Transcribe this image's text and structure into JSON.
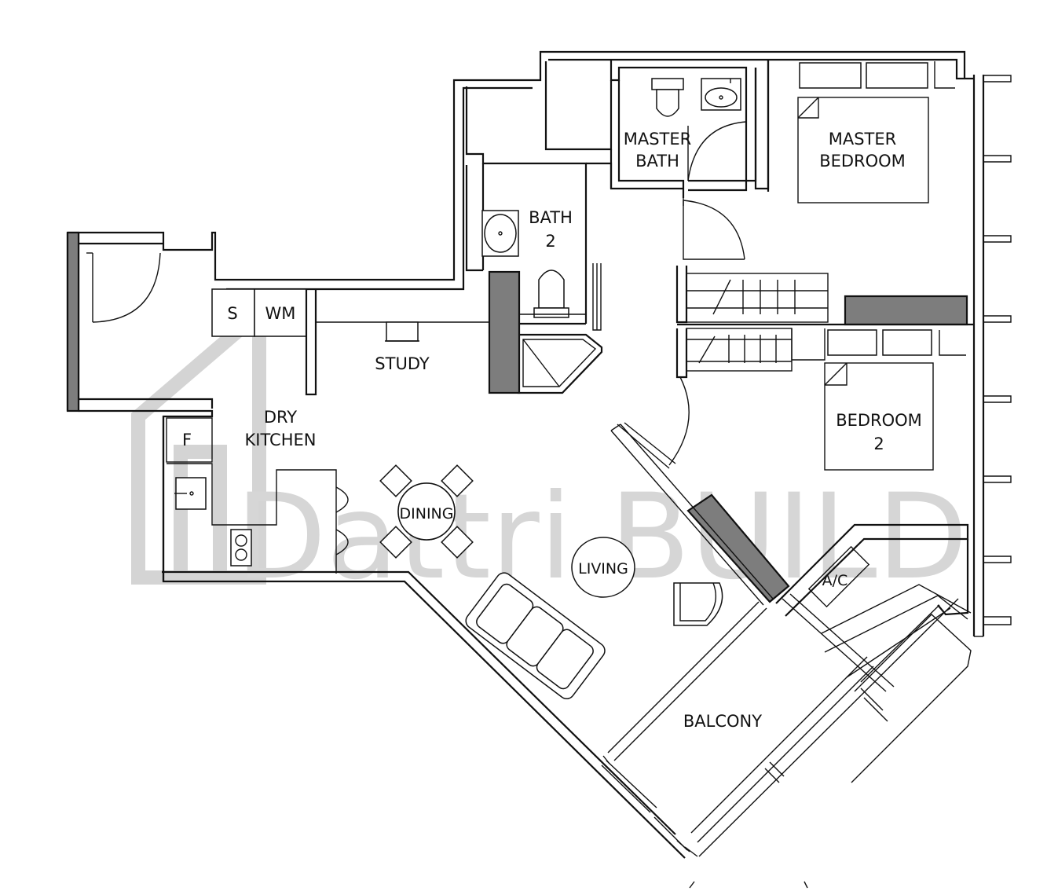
{
  "rooms": {
    "master_bath": [
      "MASTER",
      "BATH"
    ],
    "master_bedroom": [
      "MASTER",
      "BEDROOM"
    ],
    "bath_2": [
      "BATH",
      "2"
    ],
    "bedroom_2": [
      "BEDROOM",
      "2"
    ],
    "study": "STUDY",
    "dry_kitchen": [
      "DRY",
      "KITCHEN"
    ],
    "dining": "DINING",
    "living": "LIVING",
    "balcony": "BALCONY",
    "ac": "A/C",
    "shelter": "S",
    "washing_machine": "WM",
    "fridge": "F"
  },
  "watermark": {
    "text": "Dattri BUILD"
  }
}
